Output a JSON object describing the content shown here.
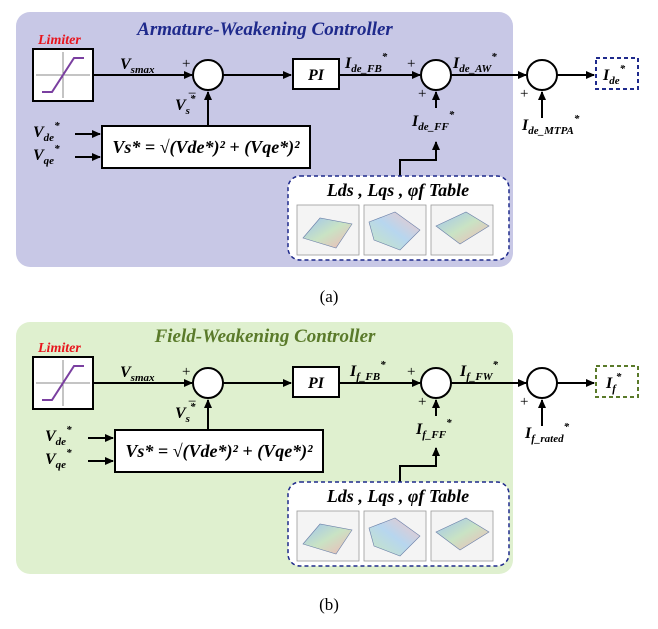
{
  "panel_a": {
    "title": "Armature-Weakening Controller",
    "limiter": "Limiter",
    "vsmax": "V",
    "vsmax_sub": "smax",
    "vs": "V",
    "vs_sub": "s",
    "vs_sup": "*",
    "vde": "V",
    "vde_sub": "de",
    "vde_sup": "*",
    "vqe": "V",
    "vqe_sub": "qe",
    "vqe_sup": "*",
    "equation": "Vs* = √(Vde*)² + (Vqe*)²",
    "pi": "PI",
    "fb": "I",
    "fb_sub": "de_FB",
    "fb_sup": "*",
    "ff": "I",
    "ff_sub": "de_FF",
    "ff_sup": "*",
    "aw": "I",
    "aw_sub": "de_AW",
    "aw_sup": "*",
    "mtpa": "I",
    "mtpa_sub": "de_MTPA",
    "mtpa_sup": "*",
    "out": "I",
    "out_sub": "de",
    "out_sup": "*",
    "table": "Lds ,  Lqs ,  φf  Table",
    "caption": "(a)",
    "bg_color": "#c8c8e6",
    "title_color": "#1f2a8c"
  },
  "panel_b": {
    "title": "Field-Weakening Controller",
    "limiter": "Limiter",
    "vsmax": "V",
    "vsmax_sub": "smax",
    "vs": "V",
    "vs_sub": "s",
    "vs_sup": "*",
    "vde": "V",
    "vde_sub": "de",
    "vde_sup": "*",
    "vqe": "V",
    "vqe_sub": "qe",
    "vqe_sup": "*",
    "equation": "Vs* = √(Vde*)² + (Vqe*)²",
    "pi": "PI",
    "fb": "I",
    "fb_sub": "f_FB",
    "fb_sup": "*",
    "ff": "I",
    "ff_sub": "f_FF",
    "ff_sup": "*",
    "aw": "I",
    "aw_sub": "f_FW",
    "aw_sup": "*",
    "mtpa": "I",
    "mtpa_sub": "f_rated",
    "mtpa_sup": "*",
    "out": "I",
    "out_sub": "f",
    "out_sup": "*",
    "table": "Lds ,  Lqs ,  φf  Table",
    "caption": "(b)",
    "bg_color": "#dff0cf",
    "title_color": "#5a7a2a"
  }
}
